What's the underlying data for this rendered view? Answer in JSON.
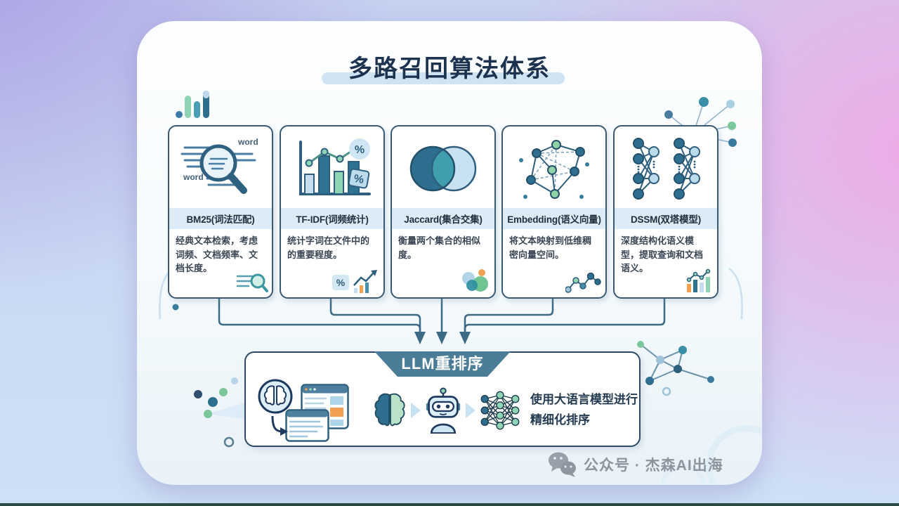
{
  "header": {
    "title": "多路召回算法体系"
  },
  "cards": [
    {
      "title": "BM25(词法匹配)",
      "desc": "经典文本检索，考虑词频、文档频率、文档长度。",
      "icon": "magnifier-document-icon",
      "corner_icon": "mini-search-icon",
      "icon_labels": [
        "word",
        "word"
      ]
    },
    {
      "title": "TF-IDF(词频统计)",
      "desc": "统计字词在文件中的的重要程度。",
      "icon": "bar-chart-percent-icon",
      "corner_icon": "mini-trend-percent-icon",
      "icon_labels": [
        "%",
        "%"
      ],
      "corner_label": "%"
    },
    {
      "title": "Jaccard(集合交集)",
      "desc": "衡量两个集合的相似度。",
      "icon": "venn-diagram-icon",
      "corner_icon": "mini-bubbles-icon"
    },
    {
      "title": "Embedding(语义向量)",
      "desc": "将文本映射到低维稠密向量空间。",
      "icon": "vector-graph-icon",
      "corner_icon": "mini-zigzag-icon"
    },
    {
      "title": "DSSM(双塔模型)",
      "desc": "深度结构化语义模型，提取查询和文档语义。",
      "icon": "twin-tower-icon",
      "corner_icon": "mini-bars-trend-icon"
    }
  ],
  "rerank": {
    "banner": "LLM重排序",
    "desc_line1": "使用大语言模型进行",
    "desc_line2": "精细化排序",
    "icons": [
      "brain-circle-icon",
      "browser-windows-icon",
      "brain-icon",
      "robot-icon",
      "neural-network-icon"
    ]
  },
  "watermark": {
    "icon": "wechat-icon",
    "text": "公众号 · 杰森AI出海"
  },
  "colors": {
    "navy": "#2e5f7f",
    "teal": "#2e6e8e",
    "green": "#8fd4b4",
    "light_blue": "#cfe4f2",
    "banner_blue": "#4b7d99",
    "orange": "#f0a050",
    "connector": "#3d6a85",
    "bg_purple": "#a89ce2",
    "bg_pink": "#f0a9e6",
    "bg_blue": "#cde0f6"
  }
}
